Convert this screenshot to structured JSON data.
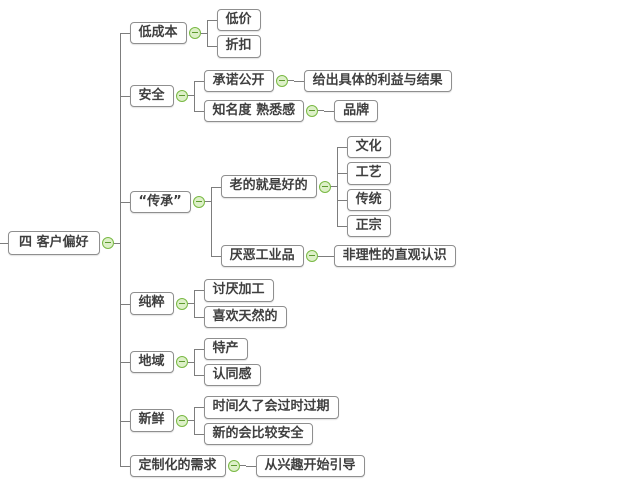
{
  "colors": {
    "box_border": "#8f8f8f",
    "box_background": "#ffffff",
    "text": "#3f3f3f",
    "connector_line": "#7d7d7d",
    "toggle_border": "#79b944",
    "toggle_background": "#ddf0c8",
    "toggle_glyph_color": "#5d9a2f"
  },
  "icons": {
    "collapse_toggle": "minus-in-circle"
  },
  "mindmap": {
    "root": {
      "label": "四 客户偏好",
      "children": [
        {
          "label": "低成本",
          "children": [
            {
              "label": "低价"
            },
            {
              "label": "折扣"
            }
          ]
        },
        {
          "label": "安全",
          "children": [
            {
              "label": "承诺公开",
              "children": [
                {
                  "label": "给出具体的利益与结果"
                }
              ]
            },
            {
              "label": "知名度 熟悉感",
              "children": [
                {
                  "label": "品牌"
                }
              ]
            }
          ]
        },
        {
          "label": "“传承”",
          "children": [
            {
              "label": "老的就是好的",
              "children": [
                {
                  "label": "文化"
                },
                {
                  "label": "工艺"
                },
                {
                  "label": "传统"
                },
                {
                  "label": "正宗"
                }
              ]
            },
            {
              "label": "厌恶工业品",
              "children": [
                {
                  "label": "非理性的直观认识"
                }
              ]
            }
          ]
        },
        {
          "label": "纯粹",
          "children": [
            {
              "label": "讨厌加工"
            },
            {
              "label": "喜欢天然的"
            }
          ]
        },
        {
          "label": "地域",
          "children": [
            {
              "label": "特产"
            },
            {
              "label": "认同感"
            }
          ]
        },
        {
          "label": "新鲜",
          "children": [
            {
              "label": "时间久了会过时过期"
            },
            {
              "label": "新的会比较安全"
            }
          ]
        },
        {
          "label": "定制化的需求",
          "children": [
            {
              "label": "从兴趣开始引导"
            }
          ]
        }
      ]
    }
  }
}
